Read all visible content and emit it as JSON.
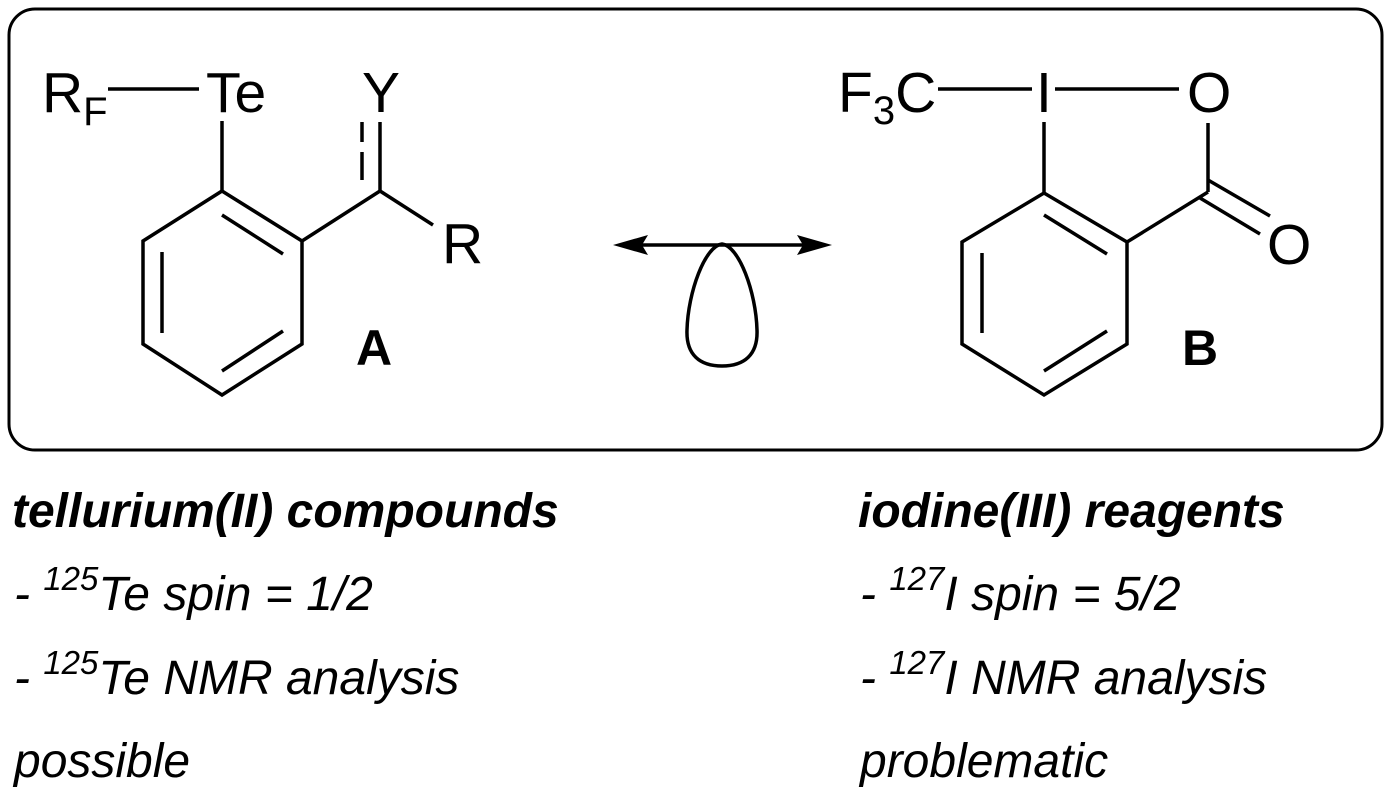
{
  "scheme": {
    "molecule_a": {
      "substituent": "R",
      "substituent_subscript": "F",
      "heteroatom": "Te",
      "carbonyl_atom": "Y",
      "side_group": "R",
      "label": "A"
    },
    "molecule_b": {
      "group_f": "F",
      "group_subscript": "3",
      "group_c": "C",
      "heteroatom": "I",
      "ring_oxygen": "O",
      "carbonyl_oxygen": "O",
      "label": "B"
    },
    "relation": "double-headed-arrow-with-lone-pair"
  },
  "left_text": {
    "title": "tellurium(II) compounds",
    "lines": [
      {
        "prefix": "- ",
        "isotope": "125",
        "text": "Te spin = 1/2"
      },
      {
        "prefix": "- ",
        "isotope": "125",
        "text": "Te NMR analysis"
      },
      {
        "prefix": "",
        "isotope": "",
        "text": "possible"
      }
    ]
  },
  "right_text": {
    "title": "iodine(III) reagents",
    "lines": [
      {
        "prefix": "- ",
        "isotope": "127",
        "text": "I spin = 5/2"
      },
      {
        "prefix": "- ",
        "isotope": "127",
        "text": "I NMR analysis"
      },
      {
        "prefix": "",
        "isotope": "",
        "text": "problematic"
      }
    ]
  }
}
